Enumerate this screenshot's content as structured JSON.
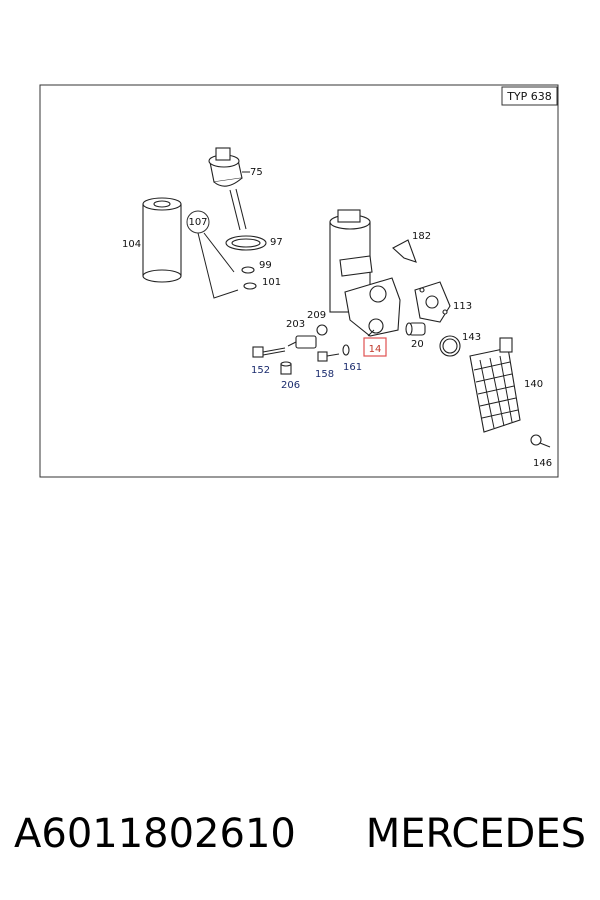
{
  "diagram": {
    "type_badge": "TYP 638",
    "parts": [
      {
        "ref": "75"
      },
      {
        "ref": "107"
      },
      {
        "ref": "104"
      },
      {
        "ref": "97"
      },
      {
        "ref": "99"
      },
      {
        "ref": "101"
      },
      {
        "ref": "182"
      },
      {
        "ref": "113"
      },
      {
        "ref": "209"
      },
      {
        "ref": "203"
      },
      {
        "ref": "14",
        "highlight": true
      },
      {
        "ref": "20"
      },
      {
        "ref": "143"
      },
      {
        "ref": "152"
      },
      {
        "ref": "206"
      },
      {
        "ref": "158"
      },
      {
        "ref": "161"
      },
      {
        "ref": "140"
      },
      {
        "ref": "146"
      }
    ],
    "highlight_color": "#e05050"
  },
  "caption": {
    "part_number": "A6011802610",
    "brand": "MERCEDES"
  }
}
